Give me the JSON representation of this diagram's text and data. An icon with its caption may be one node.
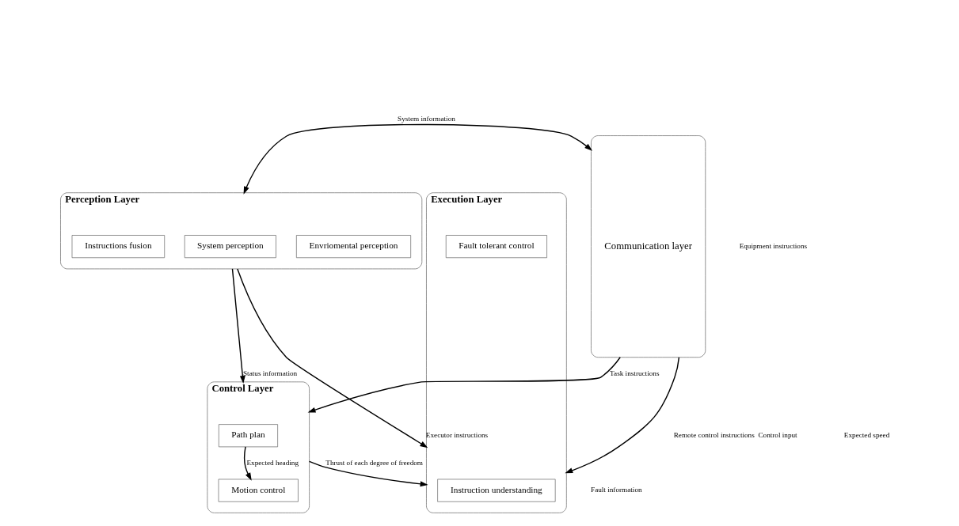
{
  "diagram": {
    "nodes": [
      {
        "text": [
          "Perception Layer"
        ]
      },
      {
        "text": [
          "Envriomental perception"
        ],
        "in": 0
      },
      {
        "text": [
          "System perception"
        ],
        "in": 0
      },
      {
        "text": [
          "Instructions fusion"
        ],
        "in": 0
      },
      {
        "text": [
          "Control Layer"
        ]
      },
      {
        "text": [
          "Path plan"
        ],
        "in": 4
      },
      {
        "text": [
          "Motion control"
        ],
        "in": 4
      },
      {
        "text": [
          "Execution Layer"
        ]
      },
      {
        "text": [
          "Instruction understanding"
        ],
        "in": 7
      },
      {
        "text": [
          "Fault tolerant control"
        ],
        "in": 7
      },
      {
        "text": [
          "Communication layer"
        ]
      }
    ],
    "edges": [
      {
        "from": 0,
        "to": 7,
        "arrow": "to",
        "label": "Executor instructions"
      },
      {
        "from": 0,
        "to": 4,
        "arrow": "to",
        "label": "Status information"
      },
      {
        "from": 5,
        "to": 6,
        "arrow": "to",
        "label": "Expected heading"
      },
      {
        "from": 4,
        "to": 7,
        "arrow": "to",
        "label": "Thrust of each degree of freedom"
      },
      {
        "from": 0,
        "to": 10,
        "arrow": "both",
        "label": "System information"
      },
      {
        "from": 10,
        "to": 4,
        "arrow": "to",
        "label": "Task instructions"
      },
      {
        "from": 10,
        "to": 7,
        "arrow": "to",
        "label": "Remote control instructions"
      }
    ],
    "labels": [
      "Fault information",
      "Control input",
      "Expected speed",
      "Equipment instructions"
    ]
  }
}
